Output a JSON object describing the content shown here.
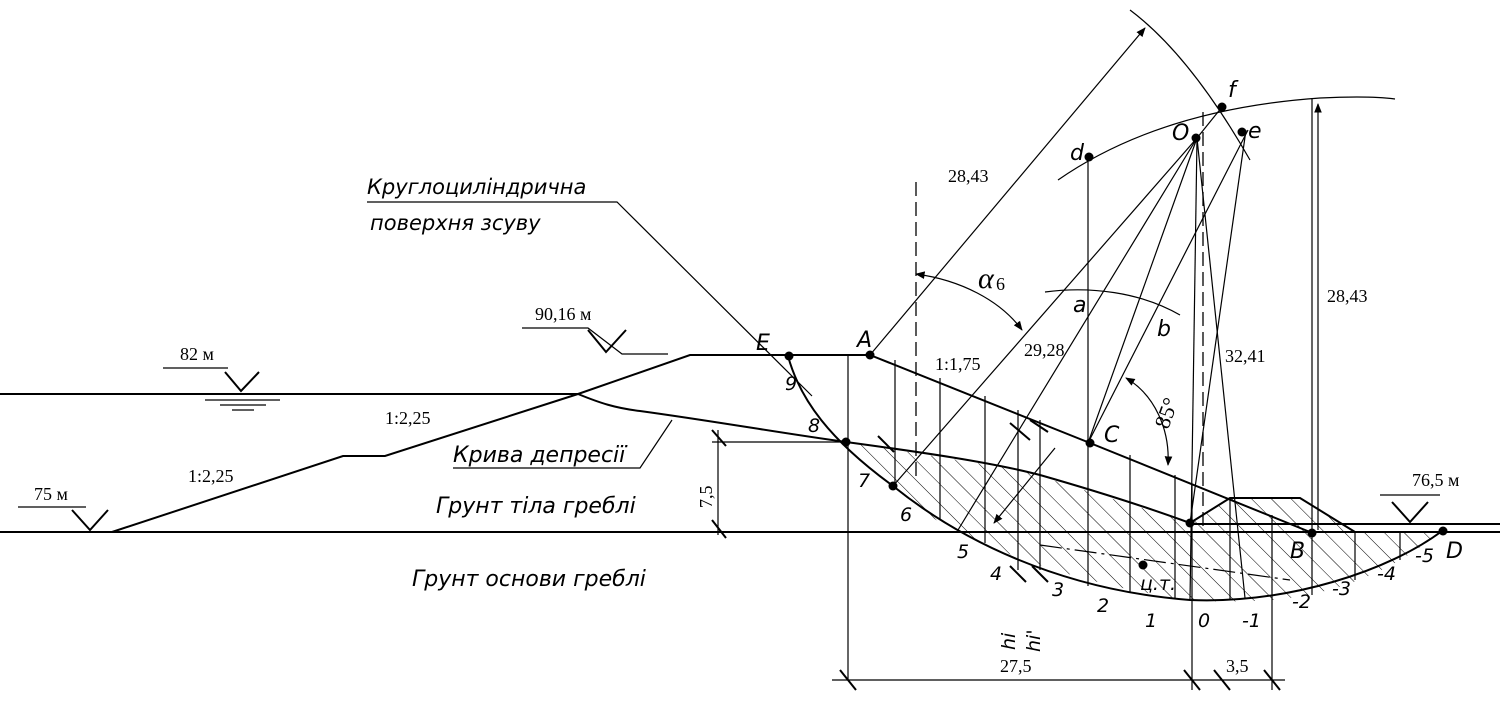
{
  "labels": {
    "slip_surface_line1": "Круглоциліндрична",
    "slip_surface_line2": "поверхня зсуву",
    "depression_curve": "Крива депресії",
    "dam_body_soil": "Грунт тіла греблі",
    "dam_base_soil": "Грунт основи греблі"
  },
  "levels": {
    "upstream_water": "82 м",
    "crest": "90,16 м",
    "base_left": "75 м",
    "downstream": "76,5 м"
  },
  "slopes": {
    "upstream_upper": "1:2,25",
    "upstream_lower": "1:2,25",
    "downstream": "1:1,75"
  },
  "dimensions": {
    "radius_1": "28,43",
    "radius_2": "28,43",
    "r_29": "29,28",
    "r_32": "32,41",
    "height": "7,5",
    "base_width": "27,5",
    "strip_width": "3,5",
    "angle": "85°"
  },
  "points": {
    "O": "O",
    "f": "f",
    "e": "e",
    "d": "d",
    "a": "a",
    "b": "b",
    "A": "A",
    "E": "E",
    "C": "C",
    "B": "B",
    "D": "D",
    "cm": "ц.т."
  },
  "strips": [
    "9",
    "8",
    "7",
    "6",
    "5",
    "4",
    "3",
    "2",
    "1",
    "0",
    "-1",
    "-2",
    "-3",
    "-4",
    "-5"
  ],
  "strip_heights": {
    "hi": "hi",
    "hi_prime": "hi'"
  },
  "angle_symbol": {
    "greek": "α",
    "sub": "6"
  }
}
